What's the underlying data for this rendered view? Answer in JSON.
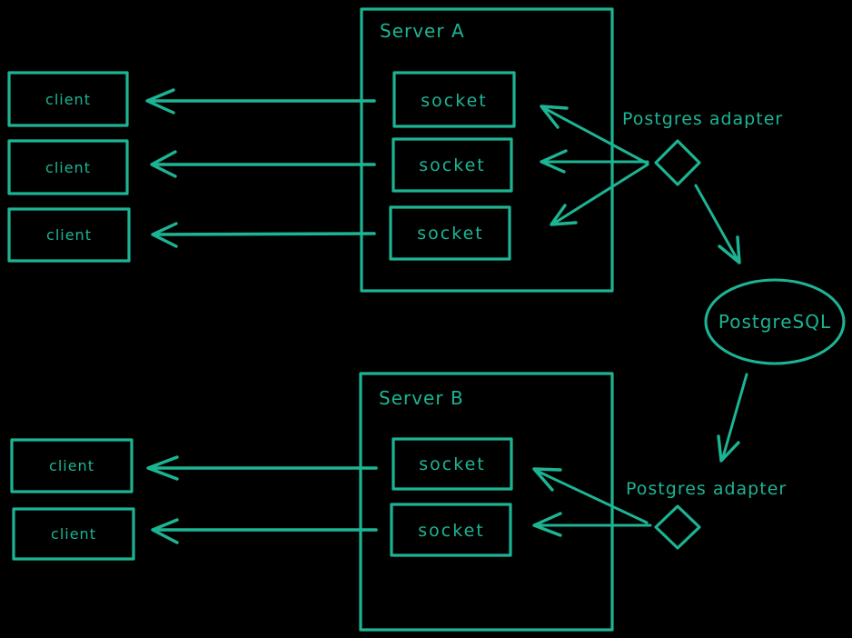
{
  "colors": {
    "background": "#000000",
    "ink": "#1db494"
  },
  "server_a": {
    "title": "Server A",
    "sockets": [
      {
        "label": "socket"
      },
      {
        "label": "socket"
      },
      {
        "label": "socket"
      }
    ]
  },
  "server_b": {
    "title": "Server B",
    "sockets": [
      {
        "label": "socket"
      },
      {
        "label": "socket"
      }
    ]
  },
  "clients_a": [
    {
      "label": "client"
    },
    {
      "label": "client"
    },
    {
      "label": "client"
    }
  ],
  "clients_b": [
    {
      "label": "client"
    },
    {
      "label": "client"
    }
  ],
  "adapter_a": {
    "label": "Postgres adapter"
  },
  "adapter_b": {
    "label": "Postgres adapter"
  },
  "database": {
    "label": "PostgreSQL"
  }
}
